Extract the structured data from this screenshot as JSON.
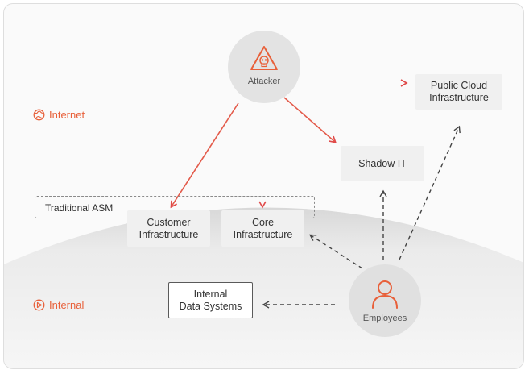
{
  "zones": {
    "internet": "Internet",
    "internal": "Internal"
  },
  "perimeter": {
    "label": "Traditional ASM"
  },
  "nodes": {
    "attacker": {
      "label": "Attacker",
      "icon": "skull-warning-icon"
    },
    "employees": {
      "label": "Employees",
      "icon": "person-icon"
    }
  },
  "boxes": {
    "public_cloud": "Public Cloud\nInfrastructure",
    "shadow_it": "Shadow IT",
    "customer_infra": "Customer\nInfrastructure",
    "core_infra": "Core\nInfrastructure",
    "internal_data": "Internal\nData Systems"
  },
  "colors": {
    "accent": "#e8603a",
    "arrow_dashed": "#444444",
    "node_fill": "#e4e4e4",
    "ground": "#e6e6e6"
  }
}
